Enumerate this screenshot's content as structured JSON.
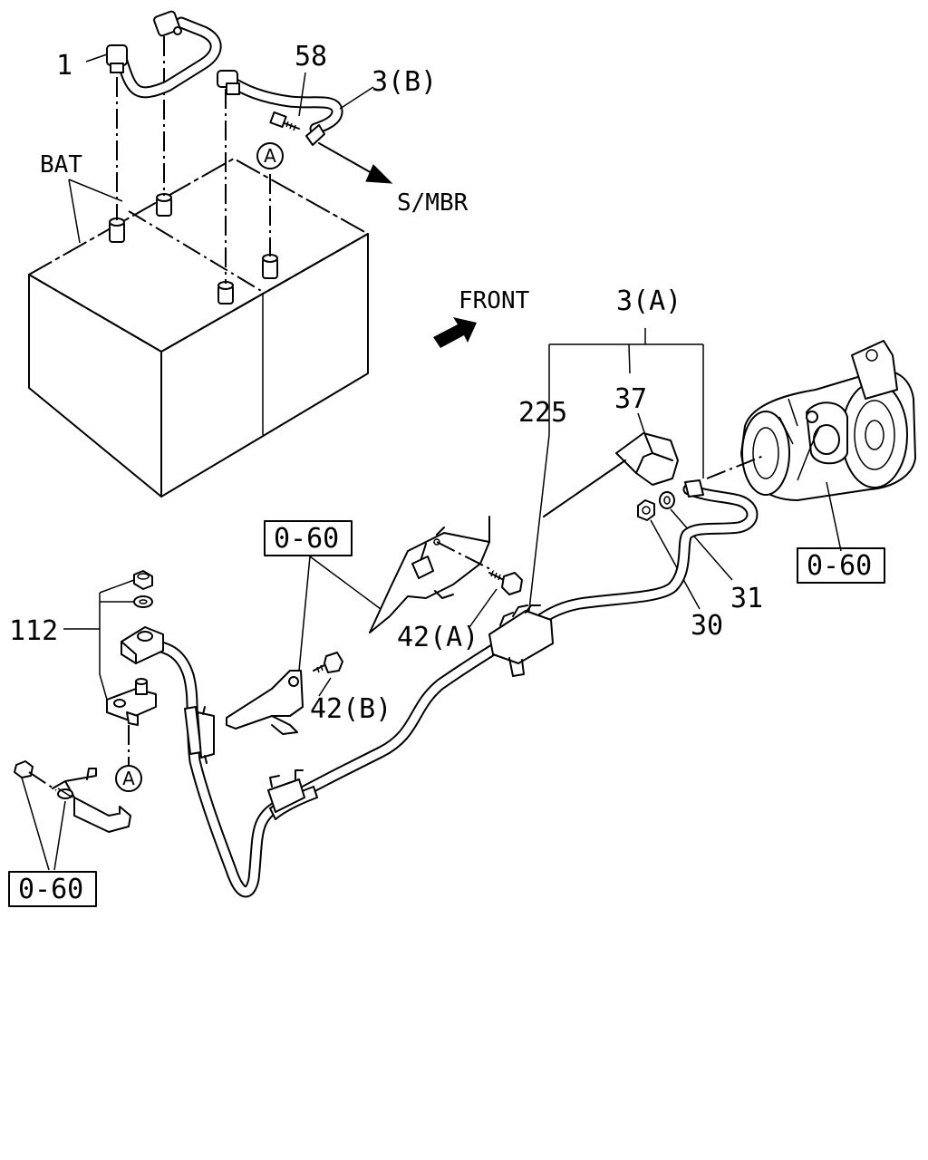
{
  "labels": {
    "bat": "BAT",
    "part_1": "1",
    "part_58": "58",
    "part_3b": "3(B)",
    "s_mbr": "S/MBR",
    "front": "FRONT",
    "part_3a": "3(A)",
    "part_225": "225",
    "part_37": "37",
    "part_31": "31",
    "part_30": "30",
    "part_42a": "42(A)",
    "part_42b": "42(B)",
    "part_112": "112",
    "ref_a_top": "A",
    "ref_a_bottom": "A",
    "ref_060_top": "0-60",
    "ref_060_right": "0-60",
    "ref_060_bottom": "0-60"
  }
}
